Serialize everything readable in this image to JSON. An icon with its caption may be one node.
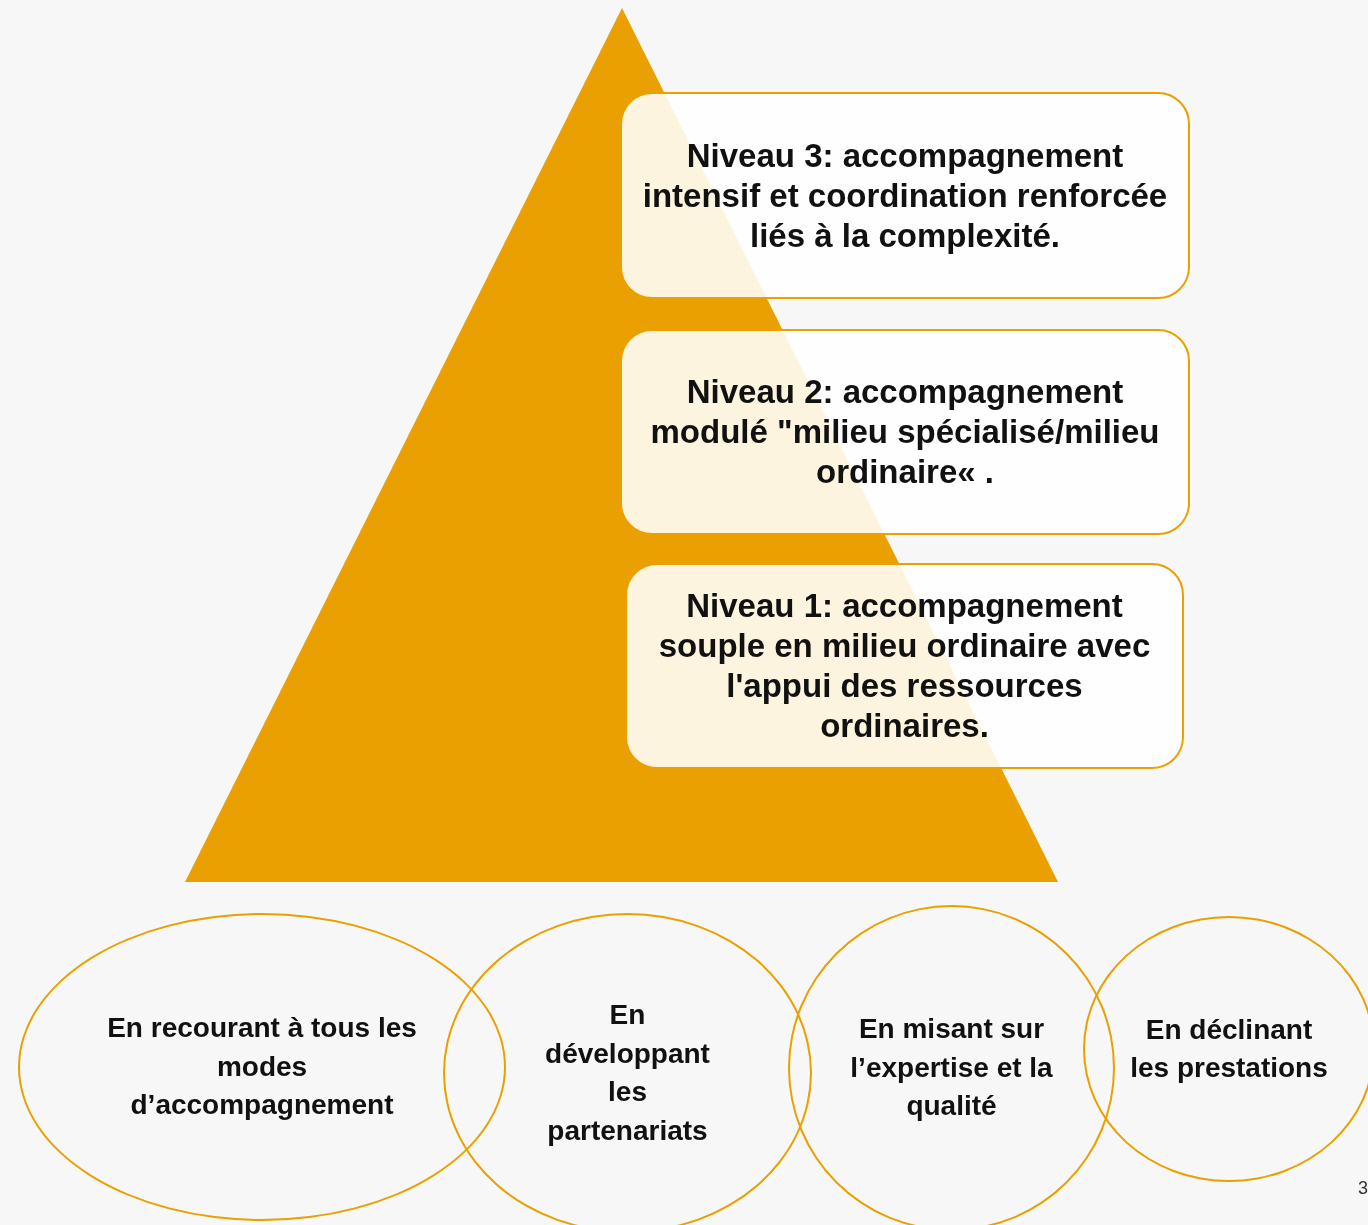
{
  "diagram": {
    "nodes": [
      {
        "text": [],
        "shape": "triangle"
      },
      {
        "text": [
          "Niveau 3: accompagnement intensif et coordination renforcée liés à la complexité."
        ]
      },
      {
        "text": [
          "Niveau 2: accompagnement modulé \"milieu spécialisé/milieu ordinaire« ."
        ]
      },
      {
        "text": [
          "Niveau 1: accompagnement souple en milieu ordinaire avec l'appui des ressources ordinaires."
        ]
      },
      {
        "text": [
          "En recourant à tous les modes d’accompagnement"
        ]
      },
      {
        "text": [
          "En développant les partenariats"
        ]
      },
      {
        "text": [
          "En misant sur l’expertise et la qualité"
        ]
      },
      {
        "text": [
          "En déclinant les prestations"
        ]
      }
    ],
    "labels": [
      "3"
    ]
  }
}
